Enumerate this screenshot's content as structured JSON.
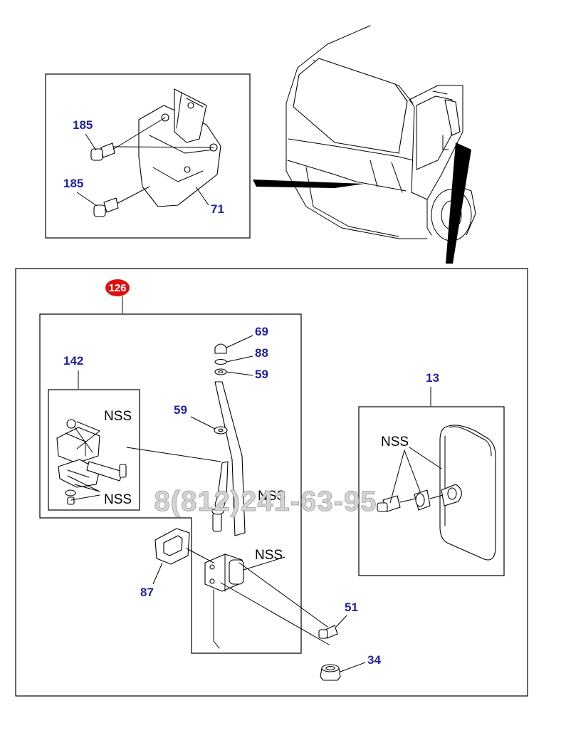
{
  "callouts": {
    "c185a": "185",
    "c185b": "185",
    "c71": "71",
    "c126": "126",
    "c142": "142",
    "c69": "69",
    "c88": "88",
    "c59a": "59",
    "c59b": "59",
    "c13": "13",
    "c87": "87",
    "c51": "51",
    "c34": "34"
  },
  "notes": {
    "nss_mount_top": "NSS",
    "nss_mount_bottom": "NSS",
    "nss_arm": "NSS",
    "nss_bracket": "NSS",
    "nss_mirror": "NSS"
  },
  "watermark": "8(812)241-63-95",
  "colors": {
    "callout": "#1f1fa8",
    "badge": "#e01010",
    "line": "#000000",
    "watermark": "#d4d4d4"
  }
}
